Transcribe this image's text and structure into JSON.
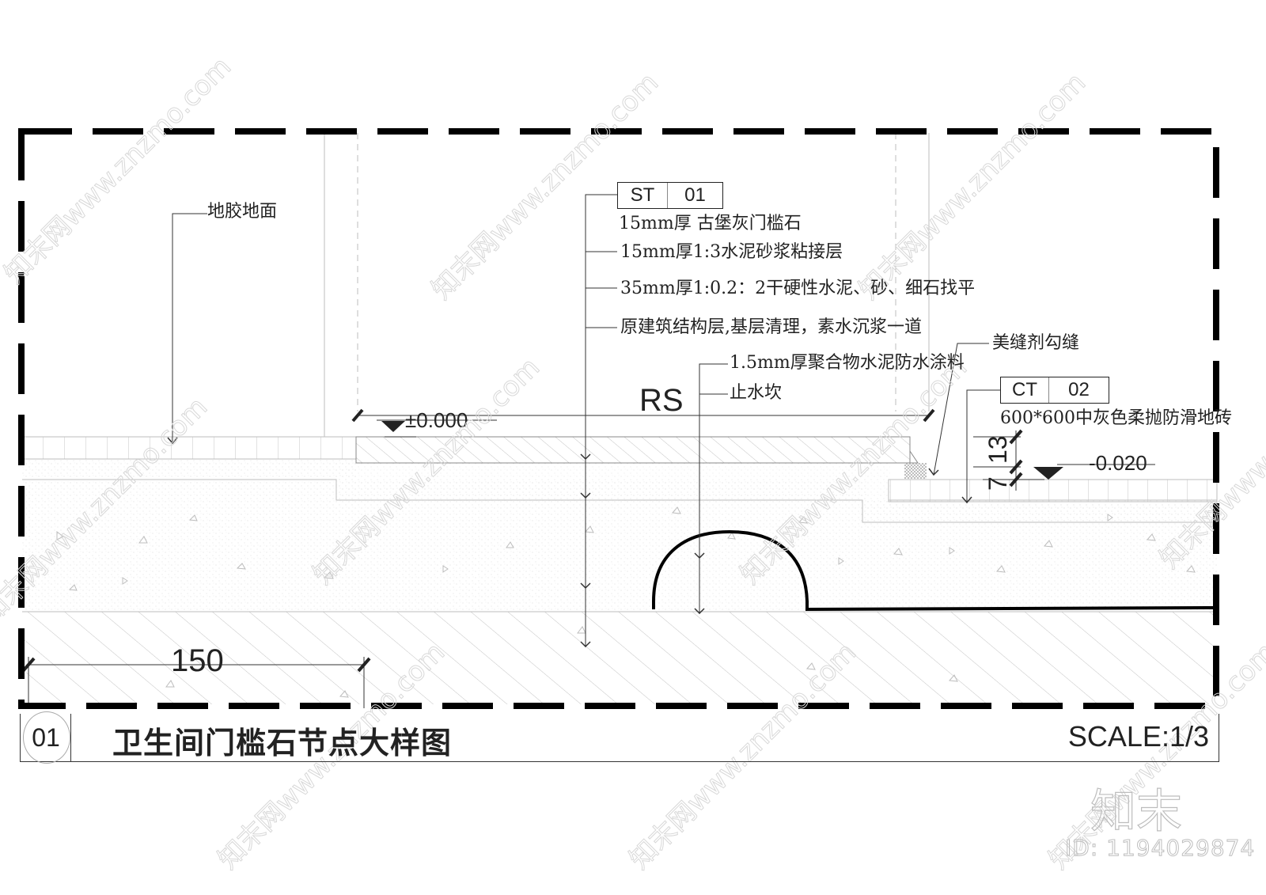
{
  "drawing": {
    "number": "01",
    "title": "卫生间门槛石节点大样图",
    "scale": "SCALE:1/3",
    "room_label": "RS"
  },
  "annotations": {
    "left_floor": "地胶地面",
    "st_tag": {
      "code": "ST",
      "number": "01"
    },
    "st_layers": [
      "15mm厚 古堡灰门槛石",
      "15mm厚1:3水泥砂浆粘接层",
      "35mm厚1:0.2：2干硬性水泥、砂、细石找平",
      "原建筑结构层,基层清理，素水沉浆一道"
    ],
    "waterproof": "1.5mm厚聚合物水泥防水涂料",
    "water_stop": "止水坎",
    "joint": "美缝剂勾缝",
    "ct_tag": {
      "code": "CT",
      "number": "02"
    },
    "ct_desc": "600*600中灰色柔抛防滑地砖"
  },
  "levels": {
    "zero": "±0.000",
    "minus": "-0.020"
  },
  "dimensions": {
    "width": "150",
    "height_13": "13",
    "height_7": "7"
  },
  "watermark": {
    "site": "知末网www.znzmo.com",
    "brand": "知末",
    "id": "ID: 1194029874"
  },
  "colors": {
    "line": "#222222",
    "hatch": "#bdbdbd",
    "border": "#000000",
    "watermark": "#d8d8d8"
  }
}
